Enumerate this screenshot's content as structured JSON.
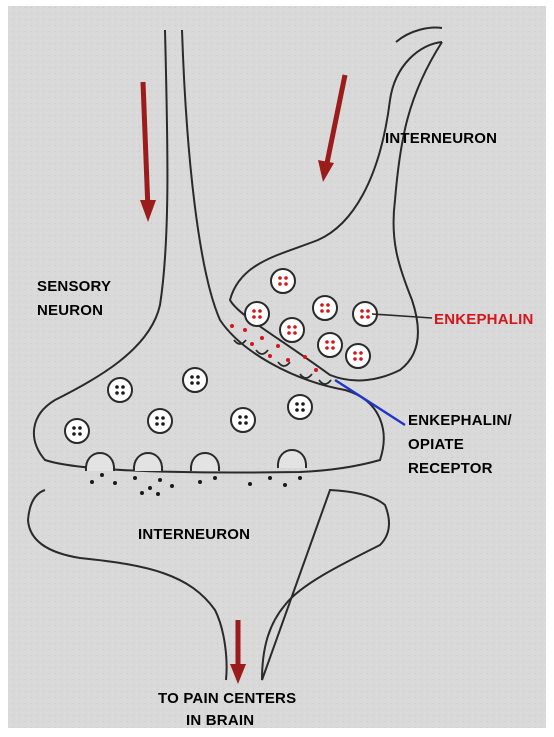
{
  "labels": {
    "interneuron_top": "INTERNEURON",
    "sensory_line1": "SENSORY",
    "sensory_line2": "NEURON",
    "enkephalin": "ENKEPHALIN",
    "receptor_line1": "ENKEPHALIN/",
    "receptor_line2": "OPIATE",
    "receptor_line3": "RECEPTOR",
    "interneuron_bottom": "INTERNEURON",
    "brain_line1": "TO PAIN CENTERS",
    "brain_line2": "IN BRAIN"
  },
  "colors": {
    "background": "#d9d9d9",
    "outline": "#2a2a2a",
    "arrow": "#9c1b1b",
    "enkephalin_text": "#d4161b",
    "receptor_pointer": "#1f36c9",
    "paper": "#ffffff"
  }
}
